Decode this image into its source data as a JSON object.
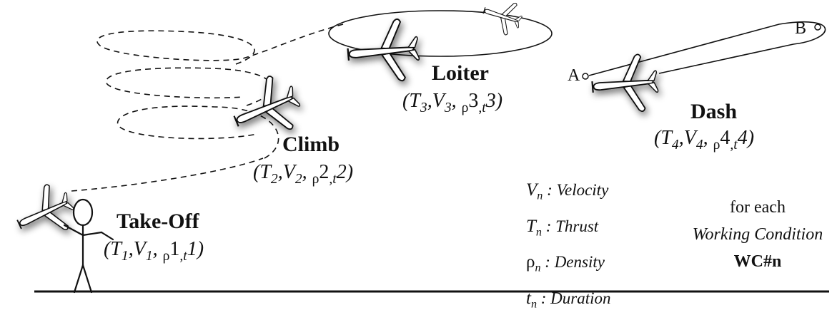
{
  "phases": {
    "takeoff": {
      "name": "Take-Off",
      "params": [
        "T",
        "1",
        ",V",
        "1",
        ", ",
        "ρ",
        "1",
        ",t",
        "1"
      ]
    },
    "climb": {
      "name": "Climb",
      "params": [
        "T",
        "2",
        ",V",
        "2",
        ", ",
        "ρ",
        "2",
        ",t",
        "2"
      ]
    },
    "loiter": {
      "name": "Loiter",
      "params": [
        "T",
        "3",
        ",V",
        "3",
        ", ",
        "ρ",
        "3",
        ",t",
        "3"
      ]
    },
    "dash": {
      "name": "Dash",
      "params": [
        "T",
        "4",
        ",V",
        "4",
        ", ",
        "ρ",
        "4",
        ",t",
        "4"
      ]
    }
  },
  "points": {
    "a": "A",
    "b": "B"
  },
  "legend": [
    {
      "symbol": "V",
      "sub": "n",
      "desc": " : Velocity"
    },
    {
      "symbol": "T",
      "sub": "n",
      "desc": " : Thrust"
    },
    {
      "symbol": "ρ",
      "sub": "n",
      "desc": " :  Density"
    },
    {
      "symbol": "t",
      "sub": "n",
      "desc": " : Duration"
    }
  ],
  "wc": {
    "line1": "for each",
    "line2": "Working Condition",
    "line3": "WC#n"
  },
  "colors": {
    "ink": "#111111",
    "plane_fill": "#ffffff",
    "shadow": "#888888"
  },
  "icons": [
    "airplane-icon",
    "stick-figure-icon",
    "waypoint-icon"
  ]
}
